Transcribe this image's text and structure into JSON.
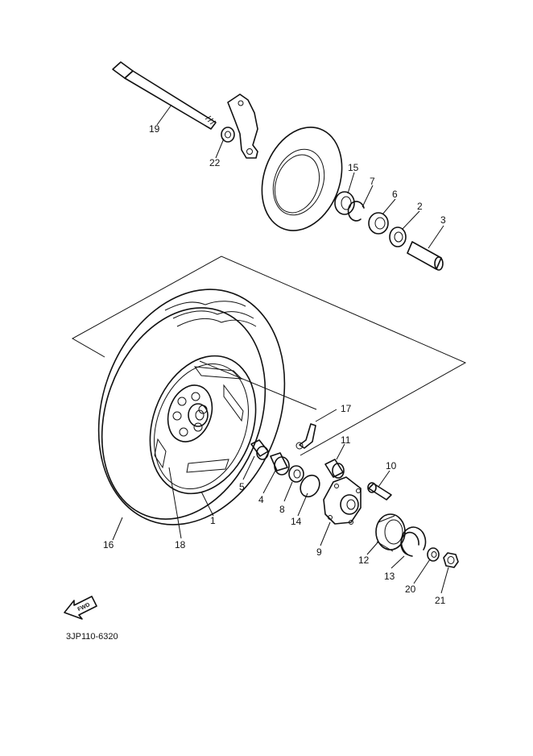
{
  "diagram_code": "3JP110-6320",
  "fwd_label": "FWD",
  "part_labels": [
    "1",
    "2",
    "3",
    "4",
    "5",
    "6",
    "7",
    "8",
    "9",
    "10",
    "11",
    "12",
    "13",
    "14",
    "15",
    "16",
    "17",
    "18",
    "19",
    "20",
    "21",
    "22"
  ]
}
